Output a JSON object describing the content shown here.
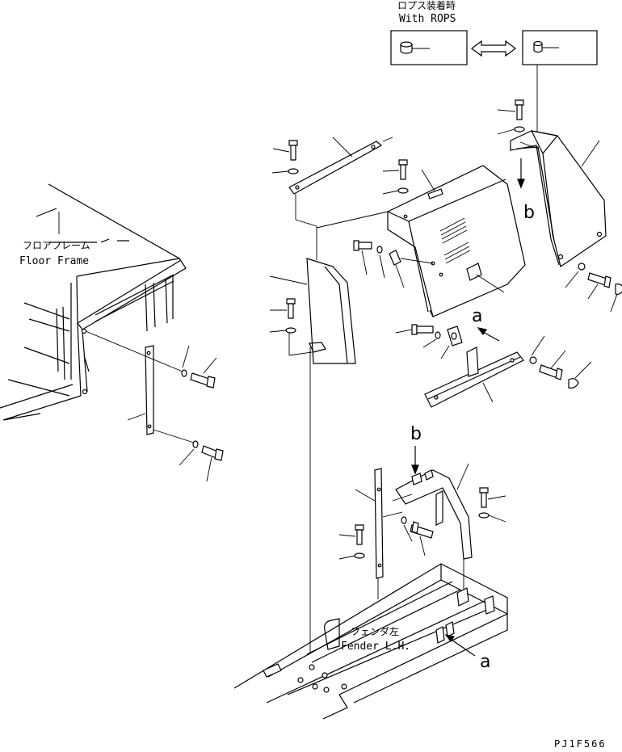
{
  "rops_note": {
    "jp": "ロプス装着時",
    "en": "With ROPS"
  },
  "floor_frame": {
    "jp": "フロアフレーム",
    "en": "Floor Frame"
  },
  "fender": {
    "jp": "フェンダ左",
    "en": "Fender L.H."
  },
  "refs": {
    "a_top": "a",
    "a_bottom": "a",
    "b_top": "b",
    "b_bottom": "b"
  },
  "drawing_code": "PJ1F566"
}
